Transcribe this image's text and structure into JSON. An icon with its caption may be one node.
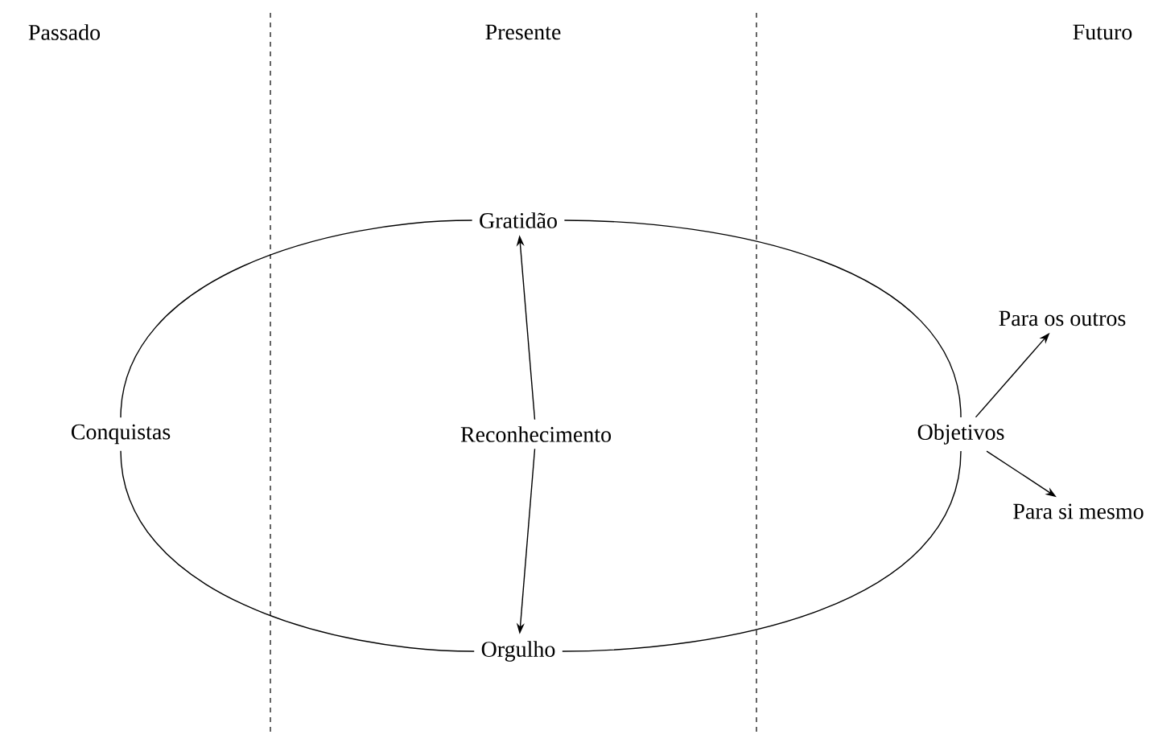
{
  "diagram": {
    "nodes": [
      {
        "text": [
          "Conquistas"
        ]
      },
      {
        "text": [
          "Gratidão"
        ]
      },
      {
        "text": [
          "Reconhecimento"
        ]
      },
      {
        "text": [
          "Orgulho"
        ]
      },
      {
        "text": [
          "Objetivos"
        ]
      },
      {
        "text": [
          "Para os outros"
        ]
      },
      {
        "text": [
          "Para si mesmo"
        ]
      }
    ],
    "edges": [
      {
        "from": 0,
        "to": 1,
        "arrow": "none"
      },
      {
        "from": 1,
        "to": 4,
        "arrow": "none"
      },
      {
        "from": 4,
        "to": 3,
        "arrow": "none"
      },
      {
        "from": 3,
        "to": 0,
        "arrow": "none"
      },
      {
        "from": 2,
        "to": 1,
        "arrow": "to"
      },
      {
        "from": 2,
        "to": 3,
        "arrow": "to"
      },
      {
        "from": 4,
        "to": 5,
        "arrow": "to"
      },
      {
        "from": 4,
        "to": 6,
        "arrow": "to"
      }
    ],
    "labels": [
      "Passado",
      "Presente",
      "Futuro"
    ]
  }
}
